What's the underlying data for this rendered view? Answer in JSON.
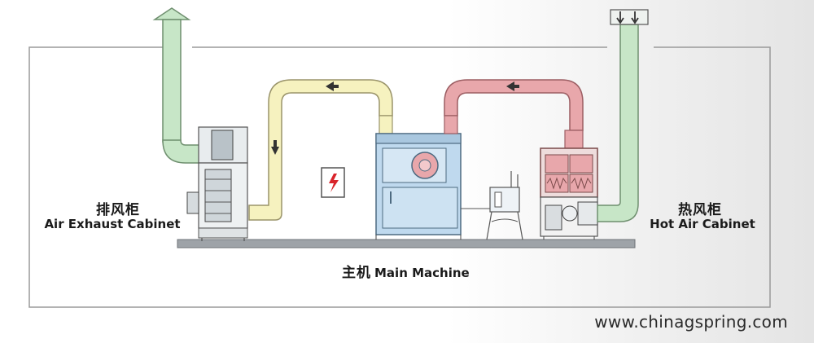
{
  "labels": {
    "air_exhaust_cn": "排风柜",
    "air_exhaust_en": "Air Exhaust Cabinet",
    "hot_air_cn": "热风柜",
    "hot_air_en": "Hot Air Cabinet",
    "main_machine_cn": "主机",
    "main_machine_en": "Main Machine"
  },
  "website": "www.chinagspring.com",
  "colors": {
    "exhaust_duct": "#c7e6c7",
    "return_duct": "#f6f2bf",
    "hot_duct": "#e8a7ab",
    "machine_blue": "#bfd9ee",
    "warning_red": "#d9242b"
  }
}
